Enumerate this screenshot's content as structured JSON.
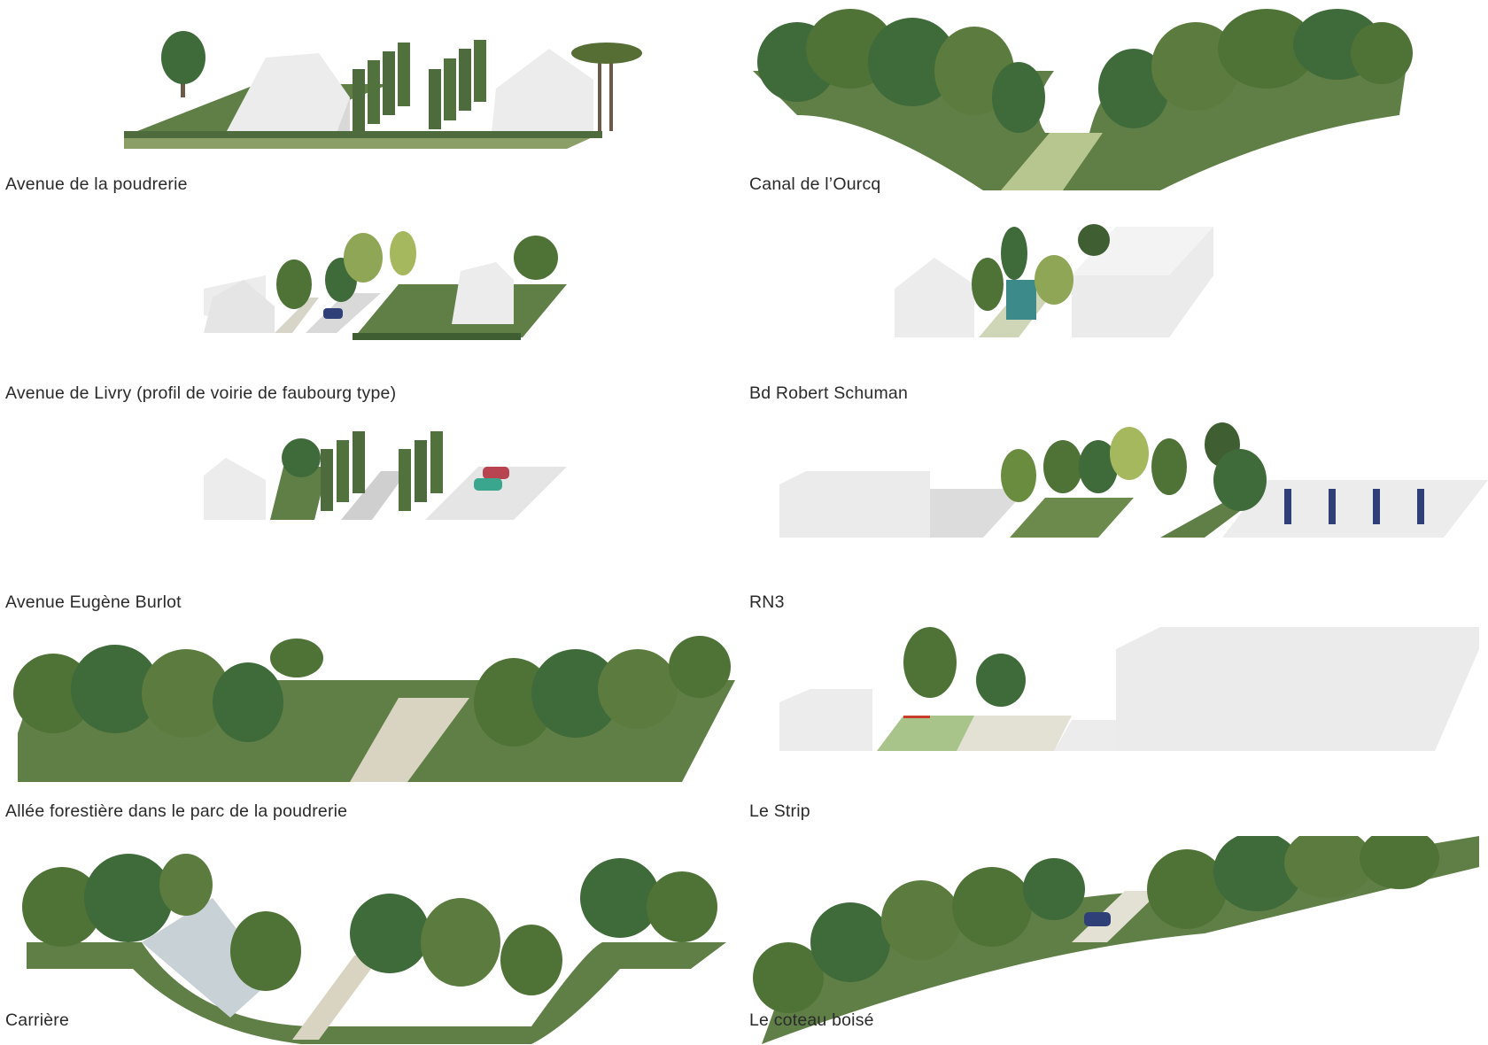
{
  "colors": {
    "grass": "#5f7f46",
    "grass_dark": "#3f5f32",
    "hedge": "#4d6b3c",
    "foliage": "#4f7236",
    "foliage_light": "#8ea655",
    "trunk": "#6b5a48",
    "building": "#ebebeb",
    "building_shade": "#d9d9d9",
    "path": "#d9d4c2",
    "water": "#b7c58e",
    "car_blue": "#2f3f78",
    "car_red": "#b84452",
    "car_teal": "#3aa68e",
    "bus": "#3c8a8a",
    "rock": "#c8d2d6"
  },
  "sections": [
    {
      "id": "poudrerie",
      "label": "Avenue de la poudrerie"
    },
    {
      "id": "ourcq",
      "label": "Canal de l’Ourcq"
    },
    {
      "id": "livry",
      "label": "Avenue de Livry (profil de voirie de faubourg type)"
    },
    {
      "id": "schuman",
      "label": "Bd Robert Schuman"
    },
    {
      "id": "burlot",
      "label": "Avenue Eugène Burlot"
    },
    {
      "id": "rn3",
      "label": "RN3"
    },
    {
      "id": "allee",
      "label": "Allée forestière dans le parc de la poudrerie"
    },
    {
      "id": "strip",
      "label": "Le Strip"
    },
    {
      "id": "carriere",
      "label": "Carrière"
    },
    {
      "id": "coteau",
      "label": "Le coteau boisé"
    }
  ]
}
